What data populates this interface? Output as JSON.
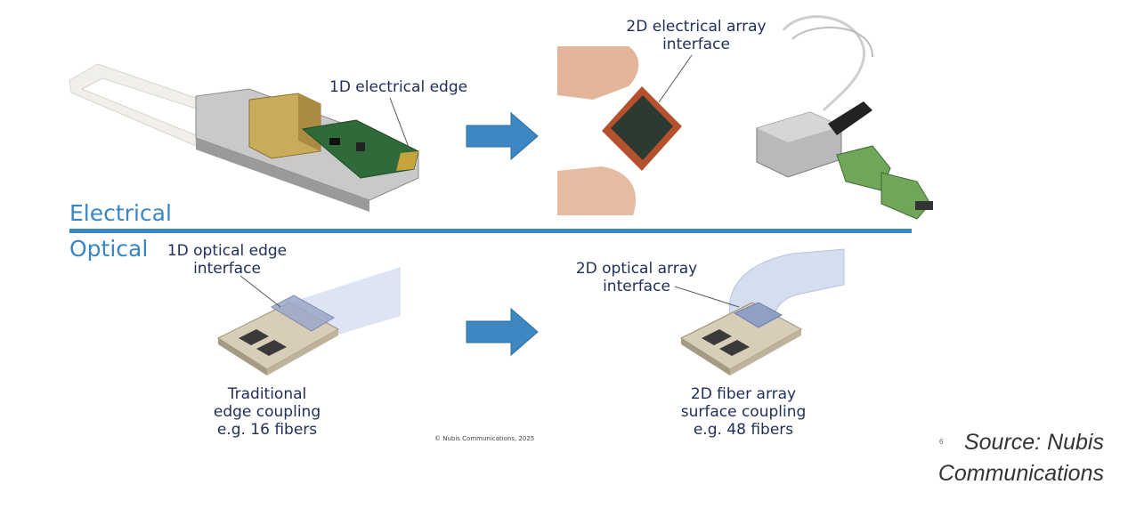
{
  "labels": {
    "edge_1d_electrical": "1D electrical edge",
    "array_2d_electrical_line1": "2D electrical array",
    "array_2d_electrical_line2": "interface",
    "edge_1d_optical_line1": "1D optical edge",
    "edge_1d_optical_line2": "interface",
    "array_2d_optical_line1": "2D optical array",
    "array_2d_optical_line2": "interface",
    "traditional_line1": "Traditional",
    "traditional_line2": "edge coupling",
    "traditional_line3": "e.g. 16 fibers",
    "fiber_array_line1": "2D fiber array",
    "fiber_array_line2": "surface coupling",
    "fiber_array_line3": "e.g. 48 fibers"
  },
  "sections": {
    "electrical": "Electrical",
    "optical": "Optical"
  },
  "footer": {
    "copyright": "© Nubis Communications, 2025",
    "slide_number": "6",
    "source_line1": "Source: Nubis",
    "source_line2": "Communications"
  },
  "colors": {
    "accent": "#3a86c0",
    "arrow": "#3d87c2",
    "label": "#1f2d5a"
  },
  "icons": {
    "arrow_top": "right-arrow-icon",
    "arrow_bottom": "right-arrow-icon"
  }
}
